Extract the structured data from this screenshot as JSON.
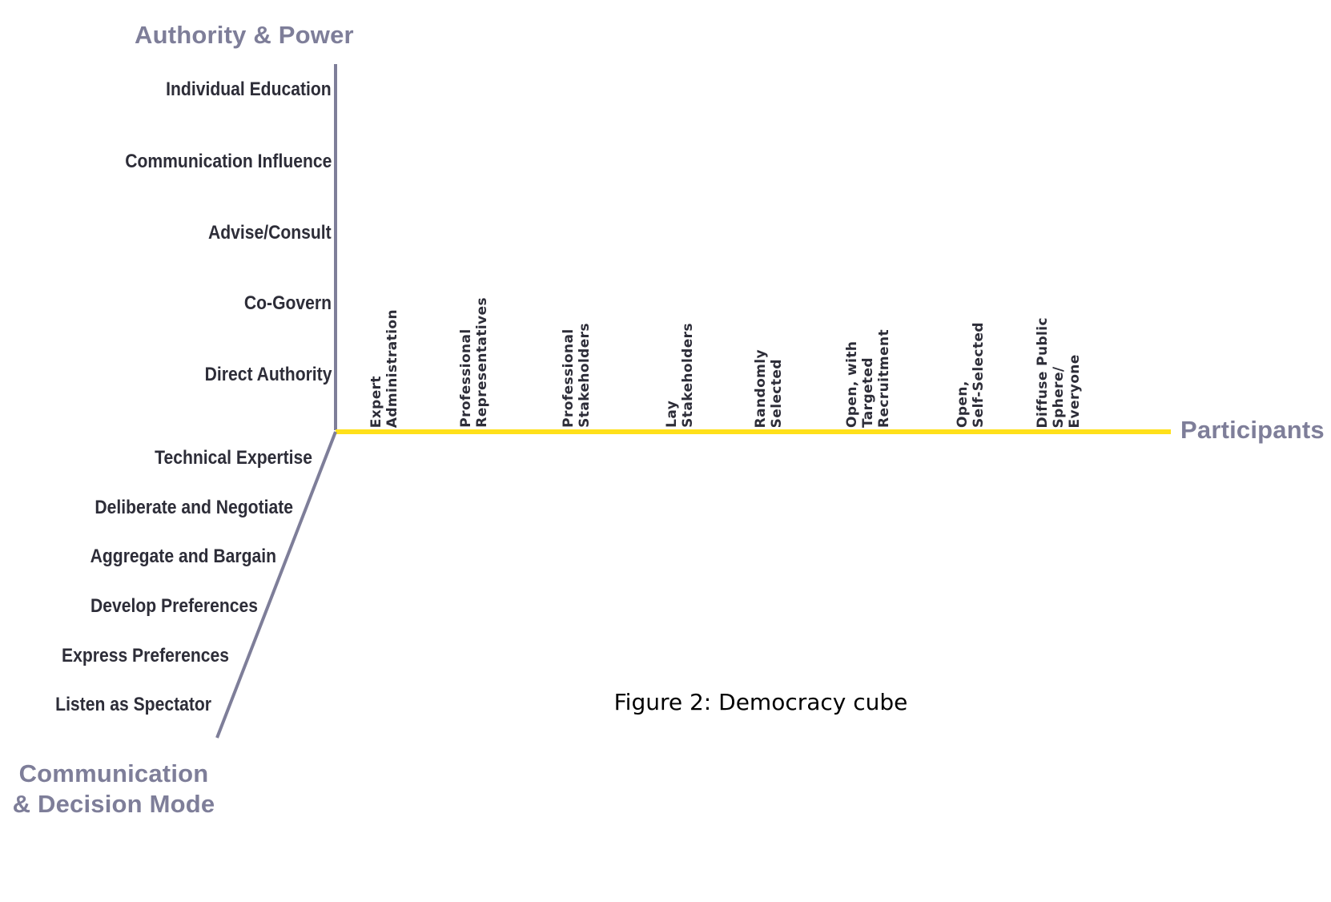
{
  "figure": {
    "caption": "Figure 2: Democracy cube"
  },
  "colors": {
    "axis_purple": "#7e7e99",
    "axis_yellow": "#FFE01A",
    "tick_label": "#2d2d38",
    "caption": "#000000",
    "background": "#ffffff"
  },
  "axes": {
    "vertical": {
      "title": "Authority & Power",
      "ticks": [
        "Individual Education",
        "Communication Influence",
        "Advise/Consult",
        "Co-Govern",
        "Direct Authority"
      ]
    },
    "horizontal": {
      "title": "Participants",
      "ticks": [
        "Expert\nAdministration",
        "Professional\nRepresentatives",
        "Professional\nStakeholders",
        "Lay\nStakeholders",
        "Randomly\nSelected",
        "Open, with\nTargeted\nRecruitment",
        "Open,\nSelf-Selected",
        "Diffuse Public\nSphere/\nEveryone"
      ]
    },
    "diagonal": {
      "title": "Communication & Decision Mode",
      "ticks": [
        "Technical Expertise",
        "Deliberate and Negotiate",
        "Aggregate and Bargain",
        "Develop Preferences",
        "Express Preferences",
        "Listen as Spectator"
      ]
    }
  },
  "chart_data": {
    "type": "diagram",
    "title": "Figure 2: Democracy cube",
    "description": "Three-axis 'democracy cube' framework diagram with no plotted data points; only labelled axes.",
    "axis_vertical": {
      "label": "Authority & Power",
      "categories": [
        "Individual Education",
        "Communication Influence",
        "Advise/Consult",
        "Co-Govern",
        "Direct Authority"
      ],
      "order": "top-to-bottom"
    },
    "axis_horizontal": {
      "label": "Participants",
      "categories": [
        "Expert Administration",
        "Professional Representatives",
        "Professional Stakeholders",
        "Lay Stakeholders",
        "Randomly Selected",
        "Open, with Targeted Recruitment",
        "Open, Self-Selected",
        "Diffuse Public Sphere/Everyone"
      ],
      "order": "left-to-right"
    },
    "axis_diagonal": {
      "label": "Communication & Decision Mode",
      "categories": [
        "Technical Expertise",
        "Deliberate and Negotiate",
        "Aggregate and Bargain",
        "Develop Preferences",
        "Express Preferences",
        "Listen as Spectator"
      ],
      "order": "top-to-bottom"
    },
    "legend": [],
    "grid": false
  }
}
